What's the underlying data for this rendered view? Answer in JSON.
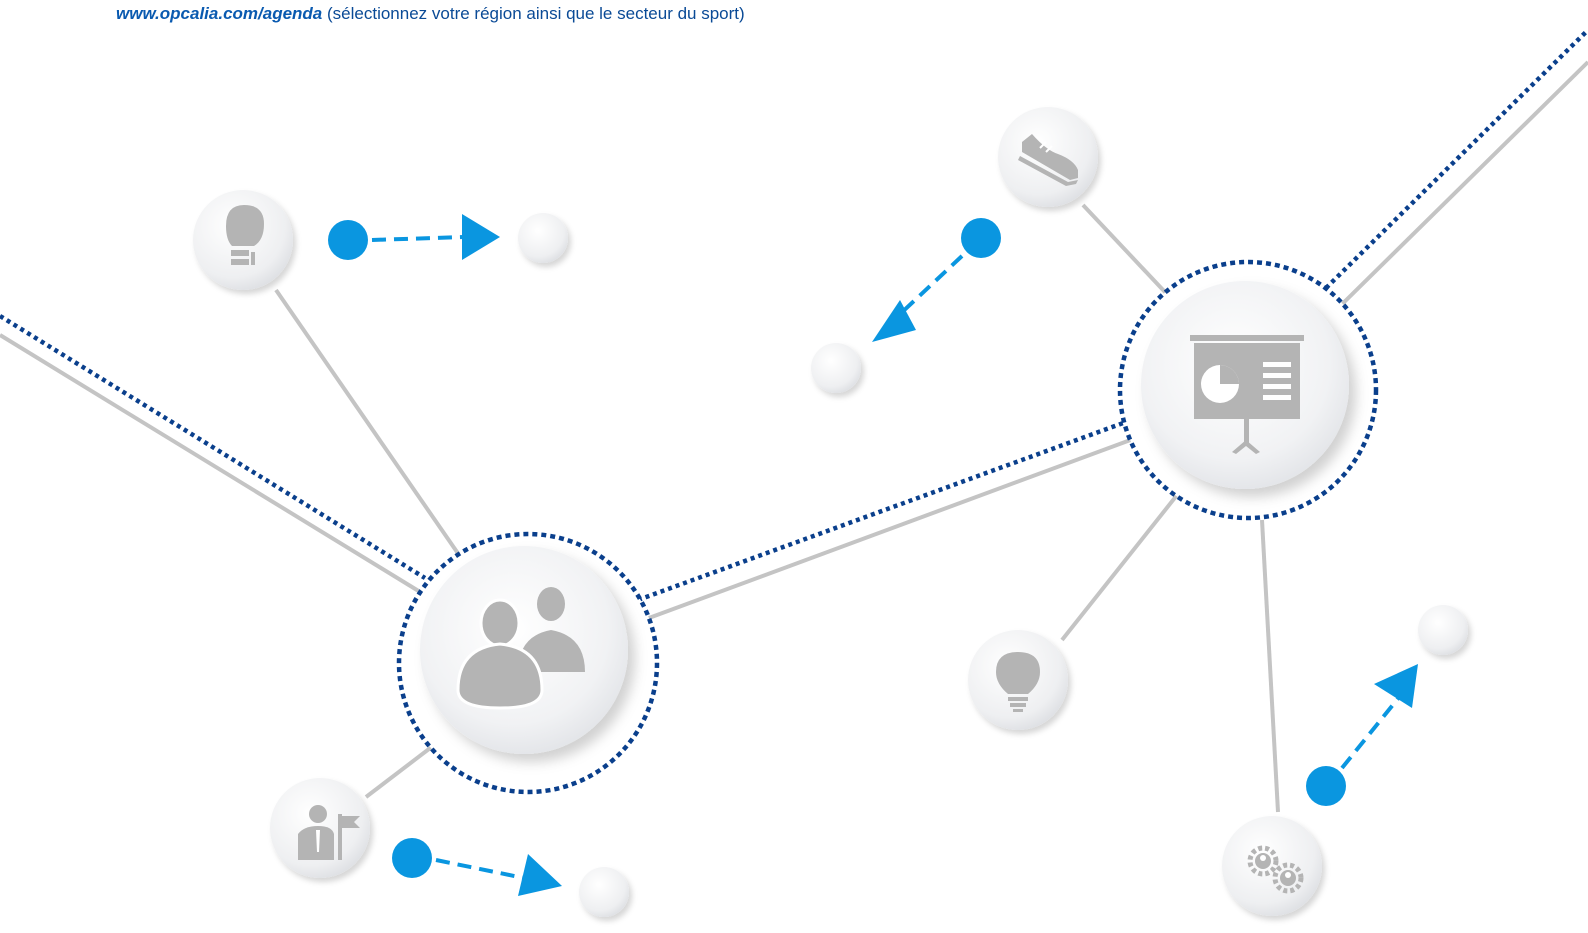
{
  "header": {
    "url": "www.opcalia.com/agenda",
    "note": "(sélectionnez votre région ainsi que le secteur du sport)"
  },
  "colors": {
    "link": "#0a5ab0",
    "text": "#0a4a96",
    "dotted_ring": "#0a3f8c",
    "accent_blue": "#0a96e0",
    "connector_gray": "#c4c4c4",
    "icon_gray": "#b4b4b4"
  },
  "nodes": [
    {
      "name": "team-meeting-node",
      "icon": "meeting-people-icon",
      "size": "large",
      "highlighted": true
    },
    {
      "name": "presentation-node",
      "icon": "presentation-board-icon",
      "size": "large",
      "highlighted": true
    },
    {
      "name": "boxing-glove-node",
      "icon": "boxing-glove-icon",
      "size": "small"
    },
    {
      "name": "sneaker-node",
      "icon": "sneaker-icon",
      "size": "small"
    },
    {
      "name": "lightbulb-node",
      "icon": "lightbulb-icon",
      "size": "small"
    },
    {
      "name": "leader-flag-node",
      "icon": "businessman-flag-icon",
      "size": "small"
    },
    {
      "name": "gears-people-node",
      "icon": "gears-people-icon",
      "size": "small"
    }
  ],
  "arrows": [
    {
      "name": "arrow-boxing",
      "direction": "right"
    },
    {
      "name": "arrow-center",
      "direction": "down-left"
    },
    {
      "name": "arrow-leader",
      "direction": "right"
    },
    {
      "name": "arrow-gears",
      "direction": "up-right"
    }
  ]
}
